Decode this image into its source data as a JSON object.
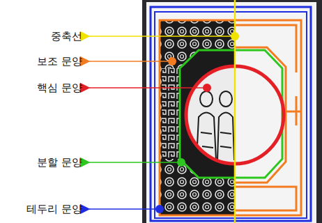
{
  "diagram": {
    "labels": [
      "중축선",
      "보조 문양",
      "핵심 문양",
      "분할 문양",
      "테두리 문양"
    ]
  }
}
